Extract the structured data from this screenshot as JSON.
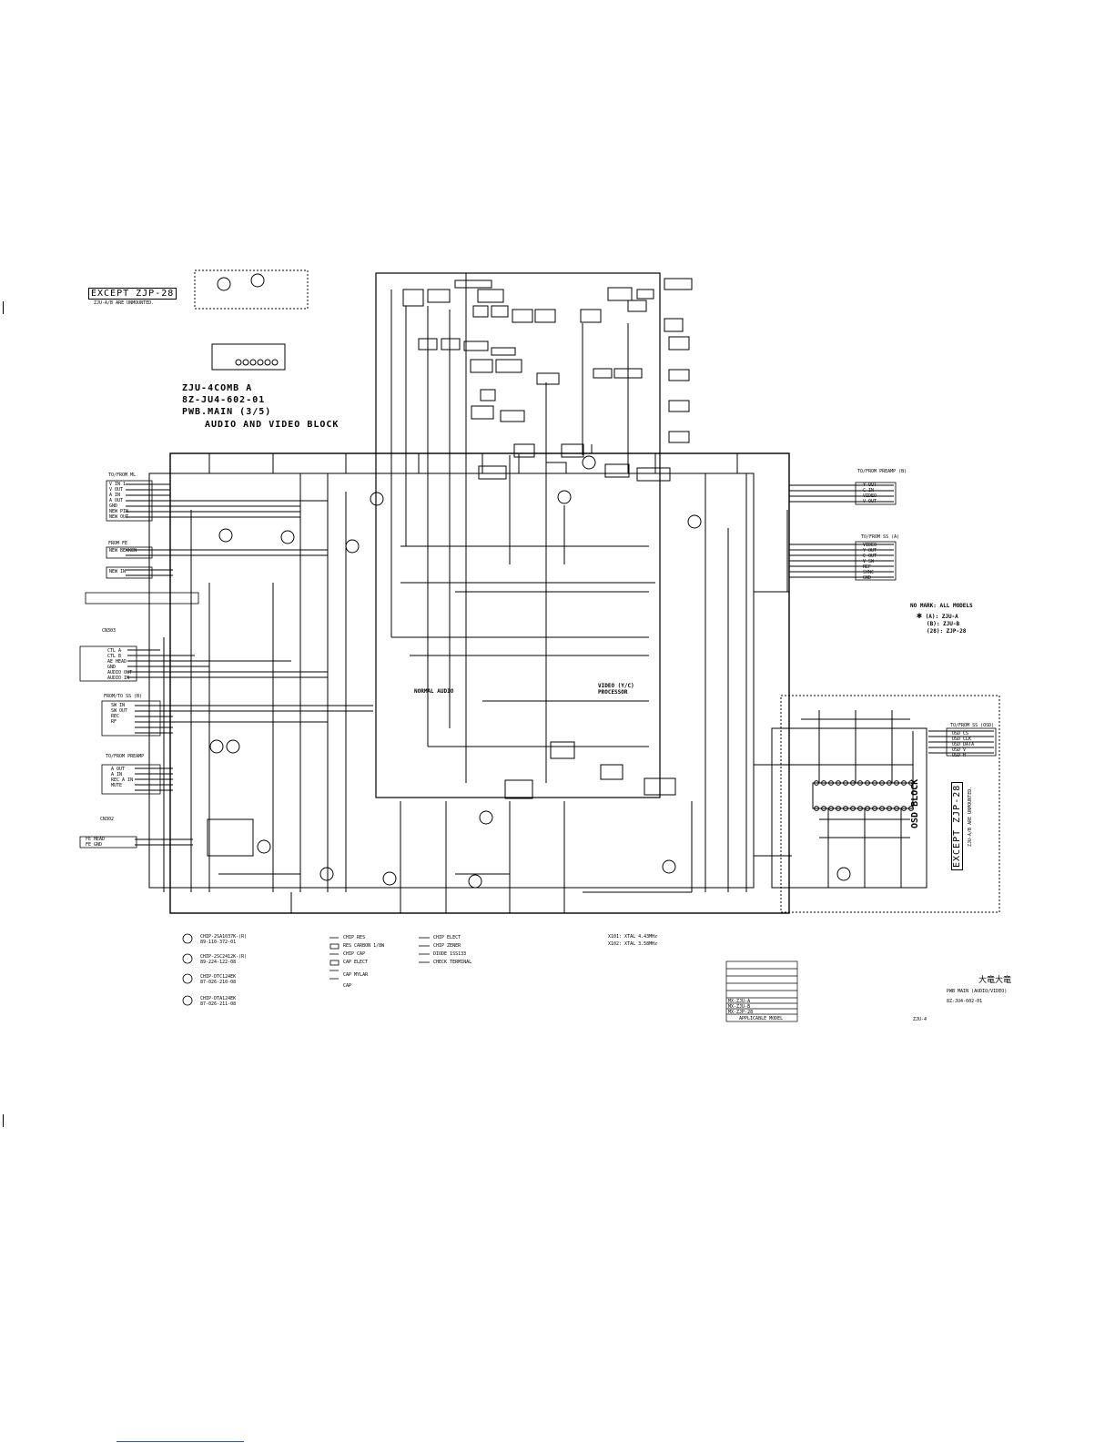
{
  "header": {
    "line1": "ZJU-4COMB A",
    "line2": "8Z-JU4-602-01",
    "line3": "PWB.MAIN (3/5)",
    "line4": "AUDIO AND VIDEO  BLOCK"
  },
  "blocks": {
    "except_left": "EXCEPT ZJP-28",
    "except_left_note": "ZJU-A/B ARE UNMOUNTED.",
    "normal_audio": "NORMAL AUDIO",
    "video_processor": "VIDEO (Y/C) PROCESSOR",
    "osd_block": "OSD BLOCK",
    "except_right": "EXCEPT ZJP-28",
    "except_right_note": "ZJU-A/B ARE UNMOUNTED."
  },
  "marks": {
    "title": "NO MARK: ALL MODELS",
    "m1": "(A): ZJU-A",
    "m2": "(B): ZJU-B",
    "m3": "(28): ZJP-28"
  },
  "legend": {
    "t1": "CHIP-2SA1037K-(R)",
    "t1b": "89-110-372-01",
    "t2": "CHIP-2SC2412K-(R)",
    "t2b": "89-224-122-08",
    "t3": "CHIP-DTC124EK",
    "t3b": "87-026-210-08",
    "t4": "CHIP-DTA124EK",
    "t4b": "87-026-211-08",
    "r1": "CHIP RES",
    "r2": "RES CARBON 1/8W",
    "r3": "CHIP CAP",
    "r4": "CAP ELECT",
    "r5": "CAP MYLAR",
    "r6": "CAP",
    "s1": "CHIP ELECT",
    "s2": "CHIP ZENER",
    "s3": "DIODE 1SS133",
    "s4": "CHECK TERMINAL",
    "x1": "X101: XTAL 4.43MHz",
    "x2": "X102: XTAL 3.58MHz"
  },
  "title_block": {
    "rows": [
      "MX-ZJU-A",
      "MX-ZJU-B",
      "MX-ZJP-28"
    ],
    "applicable": "APPLICABLE MODEL",
    "brand": "大竜大竜",
    "desc": "PWB MAIN (AUDIO/VIDEO)",
    "code": "8Z-JU4-602-01",
    "model": "ZJU-4"
  },
  "connectors": {
    "left": [
      {
        "label": "TO/FROM ML",
        "pins": [
          "V IN 1",
          "V OUT",
          "A IN",
          "A OUT",
          "GND",
          "NEW PIN",
          "NEW OUT"
        ]
      },
      {
        "label": "FROM FE",
        "pins": [
          "NEW BEKKEN",
          "NEW IN"
        ]
      },
      {
        "label": "CN303",
        "pins": [
          "CTL A",
          "CTL B",
          "AE HEAD",
          "GND",
          "AUDIO OUT",
          "AUDIO IN"
        ]
      },
      {
        "label": "FROM/TO SS (B)",
        "pins": [
          "SW IN",
          "SW OUT",
          "REC",
          "RF"
        ]
      },
      {
        "label": "TO/FROM PREAMP",
        "pins": [
          "A OUT",
          "A IN",
          "REC A IN",
          "MUTE"
        ]
      },
      {
        "label": "CN302",
        "pins": [
          "FE HEAD",
          "FE GND"
        ]
      }
    ],
    "right": [
      {
        "label": "TO/FROM PREAMP (B)",
        "pins": [
          "Y OUT",
          "C IN",
          "VIDEO",
          "V OUT"
        ]
      },
      {
        "label": "TO/FROM SS (A)",
        "pins": [
          "VIDEO",
          "Y OUT",
          "C OUT",
          "V SW",
          "REF",
          "SYNC",
          "GND"
        ]
      },
      {
        "label": "TO/FROM SS (OSD)",
        "pins": [
          "OSD CS",
          "OSD CLK",
          "OSD DATA",
          "OSD V",
          "OSD H"
        ]
      }
    ]
  }
}
